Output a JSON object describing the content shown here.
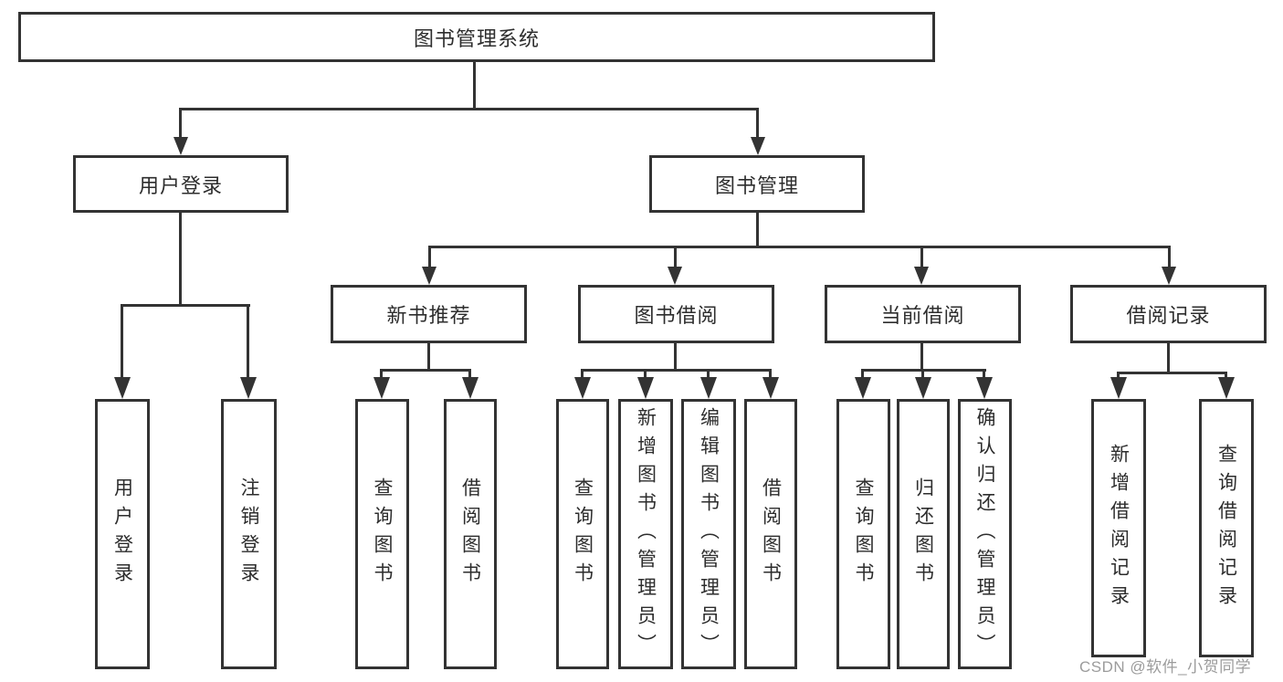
{
  "tree": {
    "root": {
      "label": "图书管理系统",
      "children": [
        {
          "label": "用户登录",
          "children": [
            {
              "label": "用户登录"
            },
            {
              "label": "注销登录"
            }
          ]
        },
        {
          "label": "图书管理",
          "children": [
            {
              "label": "新书推荐",
              "children": [
                {
                  "label": "查询图书"
                },
                {
                  "label": "借阅图书"
                }
              ]
            },
            {
              "label": "图书借阅",
              "children": [
                {
                  "label": "查询图书"
                },
                {
                  "label": "新增图书（管理员）"
                },
                {
                  "label": "编辑图书（管理员）"
                },
                {
                  "label": "借阅图书"
                }
              ]
            },
            {
              "label": "当前借阅",
              "children": [
                {
                  "label": "查询图书"
                },
                {
                  "label": "归还图书"
                },
                {
                  "label": "确认归还（管理员）"
                }
              ]
            },
            {
              "label": "借阅记录",
              "children": [
                {
                  "label": "新增借阅记录"
                },
                {
                  "label": "查询借阅记录"
                }
              ]
            }
          ]
        }
      ]
    }
  },
  "watermark": "CSDN @软件_小贺同学",
  "colors": {
    "line": "#333333",
    "text": "#2d2d2d",
    "node_background": "#ffffff",
    "watermark": "#9c9c9c"
  }
}
